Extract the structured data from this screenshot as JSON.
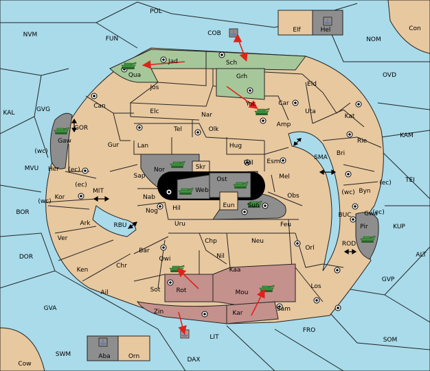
{
  "colors": {
    "sea": "#a9dbea",
    "land": "#e8c89f",
    "green_power": "#a6c79a",
    "grey_power": "#8e8e8e",
    "rose_power": "#c4918d",
    "army_green": "#3e9a3e",
    "fleet_blue": "#6a7fa8",
    "order_arrow": "#e0221a"
  },
  "provinces": {
    "POL": "POL",
    "COB": "COB",
    "NVM": "NVM",
    "FUN": "FUN",
    "NOM": "NOM",
    "Con": "Con",
    "Elf": "Elf",
    "Hel": "Hel",
    "OVD": "OVD",
    "KAL": "KAL",
    "GVG": "GVG",
    "KAM": "KAM",
    "MVU": "MVU",
    "TEI": "TEI",
    "BOR": "BOR",
    "KUP": "KUP",
    "DOR": "DOR",
    "ALT": "ALT",
    "GVP": "GVP",
    "GVA": "GVA",
    "FRO": "FRO",
    "SOM": "SOM",
    "LIT": "LIT",
    "SWM": "SWM",
    "DAX": "DAX",
    "Cow": "Cow",
    "Aba": "Aba",
    "Orn": "Orn",
    "Jad": "Jad",
    "Qua": "Qua",
    "Sch": "Sch",
    "Grh": "Grh",
    "Jos": "Jos",
    "Eld": "Eld",
    "Can": "Can",
    "Elc": "Elc",
    "Nar": "Nar",
    "Yoc": "Yoc",
    "Car": "Car",
    "Uta": "Uta",
    "Kat": "Kat",
    "Tel": "Tel",
    "Olk": "Olk",
    "Amp": "Amp",
    "Gaw": "Gaw",
    "GOR": "GOR",
    "Gur": "Gur",
    "Lan": "Lan",
    "Hug": "Hug",
    "Rie": "Rie",
    "Bri": "Bri",
    "Nor": "Nor",
    "Wil": "Wil",
    "Esm": "Esm",
    "SMA": "SMA",
    "Her": "Her",
    "Sap": "Sap",
    "Skr": "Skr",
    "Ost": "Ost",
    "Mel": "Mel",
    "Byn": "Byn",
    "Web": "Web",
    "Nab": "Nab",
    "Kor": "Kor",
    "MIT": "MIT",
    "Obs": "Obs",
    "Eun": "Eun",
    "Sun": "Sun",
    "Gwa": "Gwa",
    "Hil": "Hil",
    "Nog": "Nog",
    "Ark": "Ark",
    "RBU": "RBU",
    "Uru": "Uru",
    "Feu": "Feu",
    "BUC": "BUC",
    "Pir": "Pir",
    "Ver": "Ver",
    "Chp": "Chp",
    "Neu": "Neu",
    "Bar": "Bar",
    "Orl": "Orl",
    "ROD": "ROD",
    "Qwi": "Qwi",
    "Nil": "Nil",
    "Ken": "Ken",
    "Chr": "Chr",
    "Kaa": "Kaa",
    "Rot": "Rot",
    "Mou": "Mou",
    "Los": "Los",
    "Ail": "Ail",
    "Sot": "Sot",
    "Zin": "Zin",
    "Kar": "Kar",
    "Sam": "Sam"
  },
  "coast_marks": {
    "gaw_wc": "(wc)",
    "her_ec": "(ec)",
    "kor_ec": "(ec)",
    "kor_wc": "(wc)",
    "byn_wc": "(wc)",
    "byn_ec": "(ec)",
    "gwa_ec": "(ec)"
  },
  "units": [
    {
      "type": "army",
      "power": "green",
      "province": "Qua"
    },
    {
      "type": "army",
      "power": "green",
      "province": "Yoc"
    },
    {
      "type": "army",
      "power": "green",
      "province": "Gaw"
    },
    {
      "type": "army",
      "power": "green",
      "province": "Nor"
    },
    {
      "type": "army",
      "power": "green",
      "province": "Web"
    },
    {
      "type": "army",
      "power": "green",
      "province": "Ost"
    },
    {
      "type": "army",
      "power": "green",
      "province": "Sun"
    },
    {
      "type": "army",
      "power": "green",
      "province": "Pir"
    },
    {
      "type": "army",
      "power": "green",
      "province": "Qwi"
    },
    {
      "type": "army",
      "power": "green",
      "province": "Mou"
    },
    {
      "type": "fleet",
      "power": "grey",
      "province": "Hel"
    },
    {
      "type": "fleet",
      "power": "grey",
      "province": "Aba"
    },
    {
      "type": "fleet",
      "power": "grey",
      "province": "COB"
    },
    {
      "type": "fleet",
      "power": "rose",
      "province": "LIT"
    }
  ]
}
